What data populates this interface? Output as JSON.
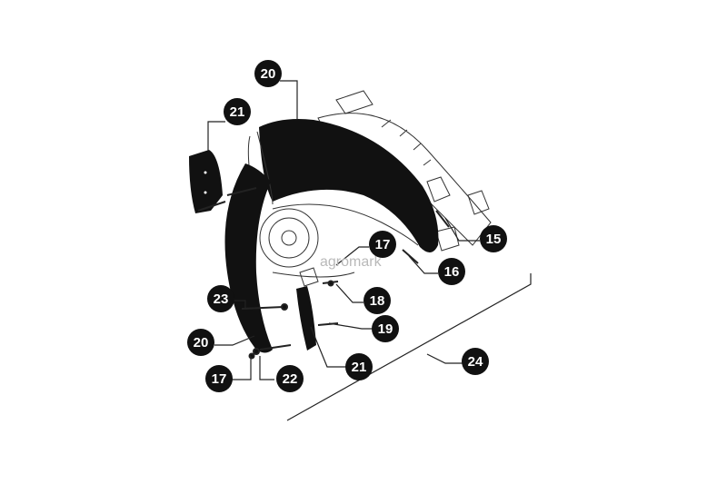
{
  "diagram": {
    "colors": {
      "part": "#111111",
      "line": "#222222",
      "background": "#ffffff",
      "callout_fill": "#111111",
      "callout_text": "#ffffff",
      "watermark": "#b9b9b9"
    },
    "watermark": "agromark",
    "callouts": [
      {
        "id": "c20a",
        "label": "20"
      },
      {
        "id": "c21a",
        "label": "21"
      },
      {
        "id": "c15",
        "label": "15"
      },
      {
        "id": "c17a",
        "label": "17"
      },
      {
        "id": "c16",
        "label": "16"
      },
      {
        "id": "c18",
        "label": "18"
      },
      {
        "id": "c23",
        "label": "23"
      },
      {
        "id": "c19",
        "label": "19"
      },
      {
        "id": "c20b",
        "label": "20"
      },
      {
        "id": "c24",
        "label": "24"
      },
      {
        "id": "c21b",
        "label": "21"
      },
      {
        "id": "c17b",
        "label": "17"
      },
      {
        "id": "c22",
        "label": "22"
      }
    ]
  }
}
